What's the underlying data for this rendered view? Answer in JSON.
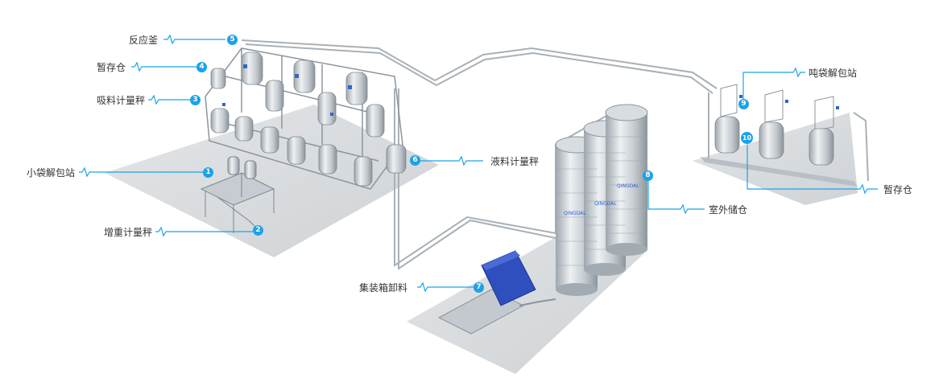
{
  "callouts": [
    {
      "num": "1",
      "label": "小袋解包站"
    },
    {
      "num": "2",
      "label": "增重计量秤"
    },
    {
      "num": "3",
      "label": "吸料计量秤"
    },
    {
      "num": "4",
      "label": "暂存仓"
    },
    {
      "num": "5",
      "label": "反应釜"
    },
    {
      "num": "6",
      "label": "液料计量秤"
    },
    {
      "num": "7",
      "label": "集装箱卸料"
    },
    {
      "num": "8",
      "label": "室外储仓"
    },
    {
      "num": "9",
      "label": "吨袋解包站"
    },
    {
      "num": "10",
      "label": "暂存仓"
    }
  ],
  "silo_brand": "QINGDAL",
  "colors": {
    "accent": "#1aa3e8",
    "floor": "#d9dcdf",
    "steel": "#b9c0c6",
    "container": "#2f4fbf"
  }
}
